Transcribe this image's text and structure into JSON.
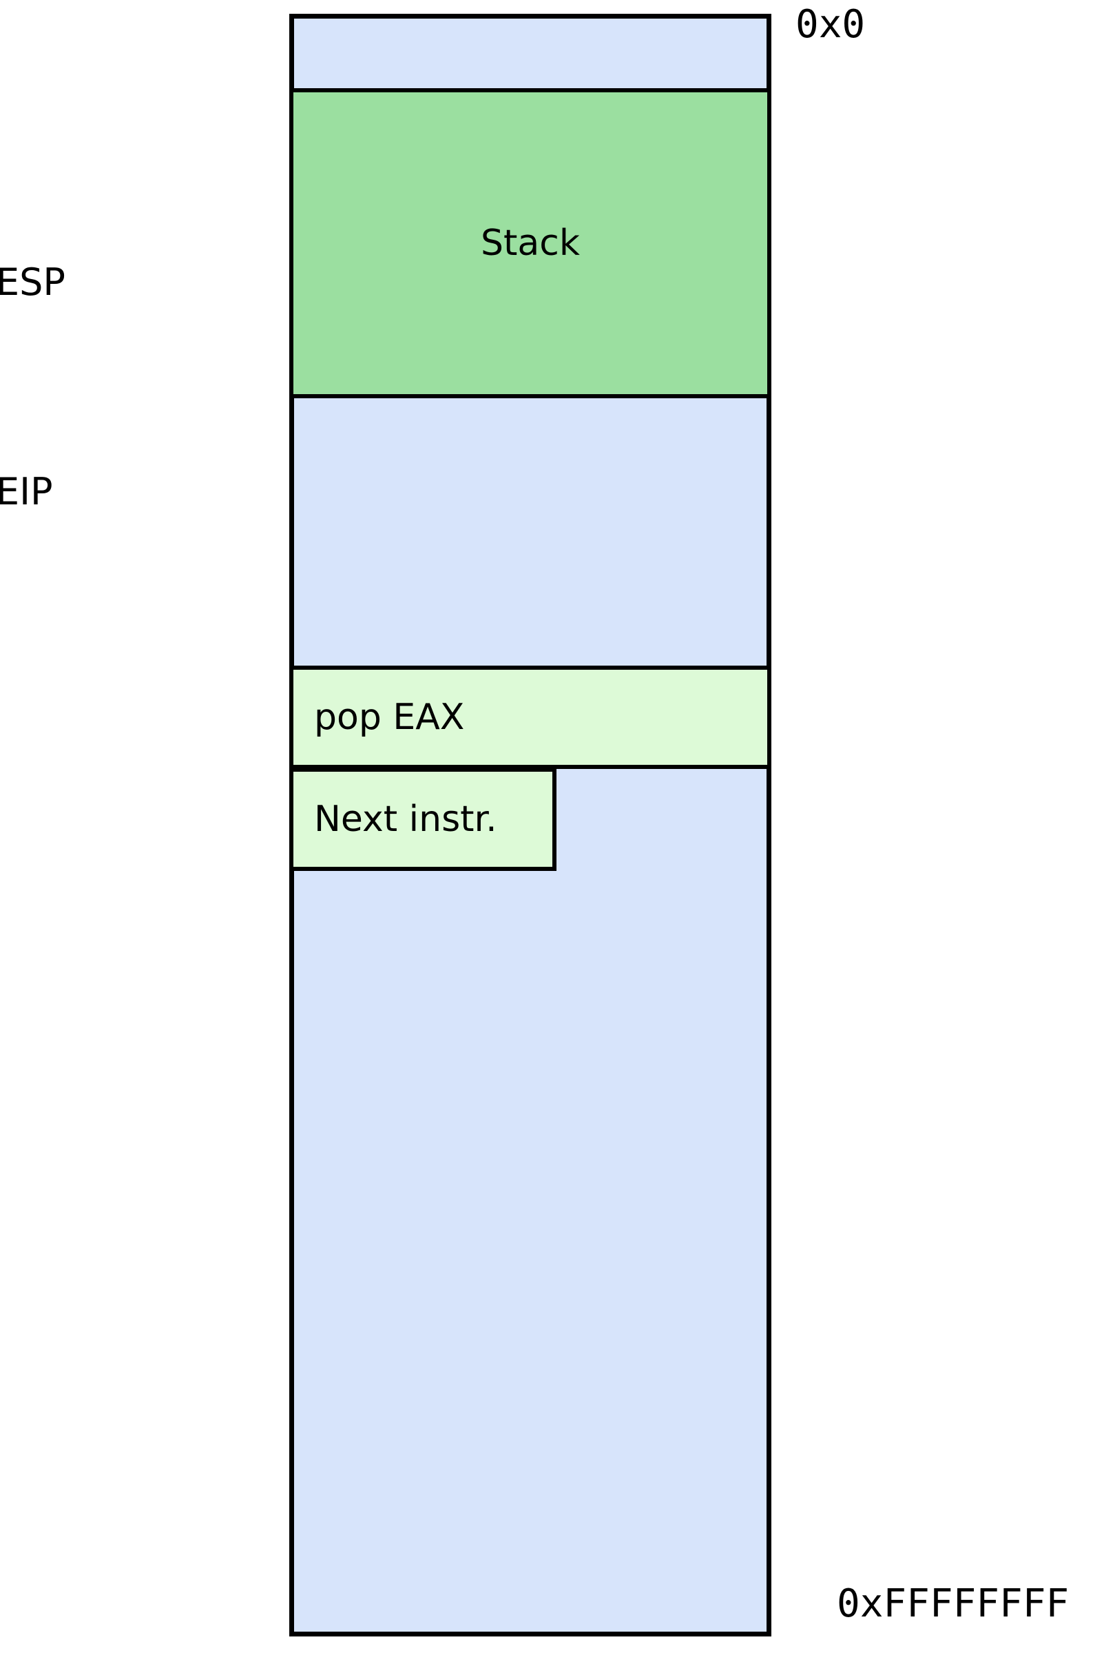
{
  "diagram": {
    "title": "x86 memory layout with stack and instruction pointer",
    "type": "memory-layout"
  },
  "memory": {
    "fill_color": "#d7e4fb",
    "border_color": "#000000",
    "address_top": "0x0",
    "address_bottom": "0xFFFFFFFF"
  },
  "regions": [
    {
      "key": "stack",
      "label": "Stack",
      "color": "#9bdfa0",
      "align": "center"
    },
    {
      "key": "pop_eax",
      "label": "pop EAX",
      "color": "#ddfad7",
      "align": "left"
    },
    {
      "key": "next_instr",
      "label": "Next instr.",
      "color": "#ddfad7",
      "align": "left"
    }
  ],
  "pointers": [
    {
      "key": "esp",
      "label": "ESP"
    },
    {
      "key": "eip",
      "label": "EIP"
    }
  ]
}
